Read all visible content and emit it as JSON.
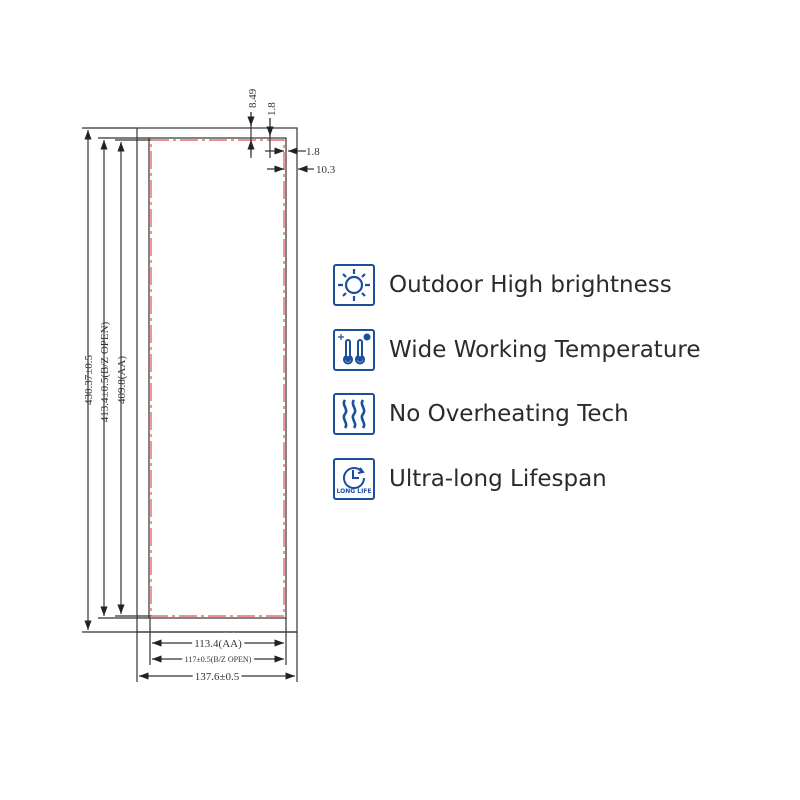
{
  "drawing": {
    "dim_top_8_49": "8.49",
    "dim_top_1_8": "1.8",
    "dim_right_1_8": "1.8",
    "dim_right_10_3": "10.3",
    "dim_height_outline": "430.37±0.5",
    "dim_height_bz": "413.4±0.5(B/Z OPEN)",
    "dim_height_aa": "409.8(AA)",
    "dim_width_aa": "113.4(AA)",
    "dim_width_bz": "117±0.5(B/Z OPEN)",
    "dim_width_outline": "137.6±0.5"
  },
  "features": [
    {
      "icon": "sun-icon",
      "label": "Outdoor High brightness"
    },
    {
      "icon": "thermometer-icon",
      "label": "Wide Working Temperature"
    },
    {
      "icon": "heat-waves-icon",
      "label": "No Overheating Tech"
    },
    {
      "icon": "clock-icon",
      "label": "Ultra-long Lifespan",
      "badge": "LONG LIFE"
    }
  ],
  "colors": {
    "accent": "#1b4f9c",
    "active_area": "#e05050"
  }
}
